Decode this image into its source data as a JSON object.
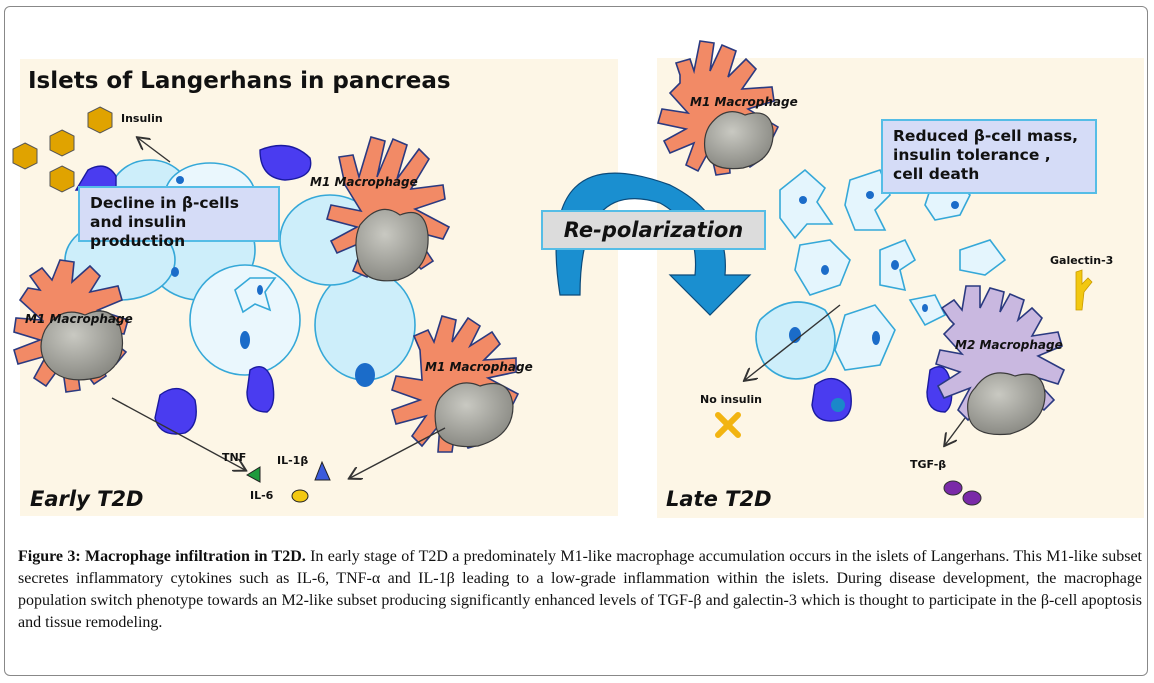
{
  "figure": {
    "left_panel": {
      "title": "Islets of Langerhans in pancreas",
      "stage_label": "Early T2D",
      "insulin_label": "Insulin",
      "callout": "Decline in β-cells and insulin production",
      "macrophages": [
        "M1 Macrophage",
        "M1 Macrophage",
        "M1 Macrophage"
      ],
      "cytokines": [
        {
          "label": "TNF",
          "shape": "triangle-left",
          "color": "#1e9a3c"
        },
        {
          "label": "IL-1β",
          "shape": "triangle-up",
          "color": "#3b5bdb"
        },
        {
          "label": "IL-6",
          "shape": "ellipse",
          "color": "#f2c811"
        }
      ]
    },
    "center": {
      "arrow_label": "Re-polarization",
      "arrow_color": "#1a8fd0"
    },
    "right_panel": {
      "stage_label": "Late T2D",
      "callout": "Reduced β-cell mass, insulin tolerance , cell death",
      "macrophages": [
        "M1 Macrophage",
        "M2 Macrophage"
      ],
      "no_insulin_label": "No insulin",
      "galectin_label": "Galectin-3",
      "tgf_label": "TGF-β"
    },
    "colors": {
      "m1_fill": "#f28a66",
      "m2_fill": "#c9b8e0",
      "nucleus": "#9a9a92",
      "beta_cell": "#cdeefa",
      "alpha_cell": "#4a3cf0",
      "insulin": "#e0a300",
      "panel_bg": "#fdf6e6"
    }
  },
  "caption": {
    "label": "Figure 3: Macrophage infiltration in T2D.",
    "text": " In early stage of T2D a predominately M1-like macrophage accumulation occurs in the islets of Langerhans. This M1-like subset secretes inflammatory cytokines such as IL-6, TNF-α and IL-1β leading to a low-grade inflammation within the islets. During disease development, the macrophage population switch phenotype towards an M2-like subset producing significantly enhanced levels of TGF-β and galectin-3 which is thought to participate in the β-cell apoptosis and tissue remodeling."
  }
}
